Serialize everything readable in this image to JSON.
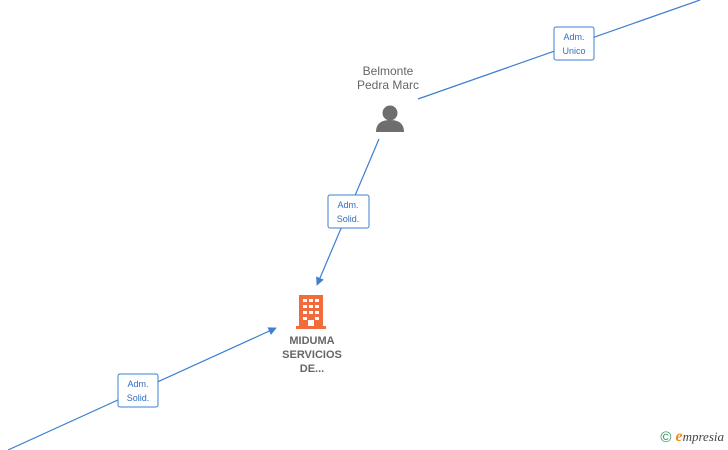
{
  "nodes": {
    "person": {
      "name_line1": "Belmonte",
      "name_line2": "Pedra Marc",
      "icon": "person-icon"
    },
    "company": {
      "name_line1": "MIDUMA",
      "name_line2": "SERVICIOS",
      "name_line3": "DE...",
      "icon": "building-icon",
      "color": "#f26b3a"
    }
  },
  "edges": [
    {
      "line1": "Adm.",
      "line2": "Unico"
    },
    {
      "line1": "Adm.",
      "line2": "Solid."
    },
    {
      "line1": "Adm.",
      "line2": "Solid."
    }
  ],
  "footer": {
    "copyright_symbol": "©",
    "brand_initial": "e",
    "brand_rest": "mpresia"
  },
  "colors": {
    "edge": "#3d7fd0",
    "text": "#666666",
    "company_icon": "#f26b3a"
  }
}
